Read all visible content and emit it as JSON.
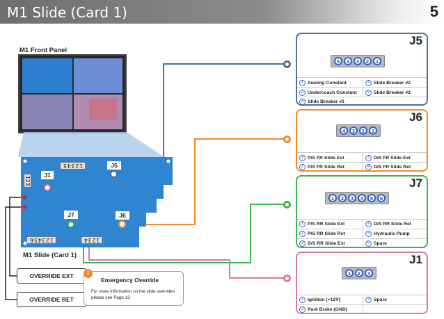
{
  "header": {
    "title": "M1 Slide (Card 1)",
    "page_number": "5"
  },
  "front_panel": {
    "label": "M1 Front Panel"
  },
  "board": {
    "card_label": "M1 Slide (Card 1)",
    "jacks": {
      "j1": "J1",
      "j5": "J5",
      "j6": "J6",
      "j7": "J7"
    },
    "header_text_top": "12345",
    "header_text_left": "123",
    "header_text_bottom_left": "123456",
    "header_text_bottom_right": "1234"
  },
  "overrides": {
    "ext": "OVERRIDE EXT",
    "ret": "OVERRIDE RET"
  },
  "emergency": {
    "title": "Emergency Override",
    "body": "For more information on the slide overrides please see Page 13",
    "icon": "info-icon"
  },
  "connectors": [
    {
      "id": "j5",
      "name": "J5",
      "color": "#4a6f99",
      "pins": [
        "5",
        "4",
        "3",
        "2",
        "1"
      ],
      "legend": [
        {
          "n": "1",
          "label": "Awning Constant"
        },
        {
          "n": "4",
          "label": "Slide Breaker #2"
        },
        {
          "n": "2",
          "label": "Undercoach Constant"
        },
        {
          "n": "5",
          "label": "Slide Breaker #3"
        },
        {
          "n": "3",
          "label": "Slide Breaker #1"
        }
      ]
    },
    {
      "id": "j6",
      "name": "J6",
      "color": "#f08a2a",
      "pins": [
        "4",
        "3",
        "2",
        "1"
      ],
      "legend": [
        {
          "n": "1",
          "label": "P/S FR Slide Ext"
        },
        {
          "n": "3",
          "label": "D/S FR Slide Ext"
        },
        {
          "n": "2",
          "label": "P/S FR Slide Ret"
        },
        {
          "n": "4",
          "label": "D/S FR Slide Ret"
        }
      ]
    },
    {
      "id": "j7",
      "name": "J7",
      "color": "#3cb54a",
      "pins": [
        "1",
        "2",
        "3",
        "4",
        "5",
        "6"
      ],
      "legend": [
        {
          "n": "1",
          "label": "P/S RR Slide Ext"
        },
        {
          "n": "4",
          "label": "D/S RR Slide Ret"
        },
        {
          "n": "2",
          "label": "P/S RR Slide Ret"
        },
        {
          "n": "5",
          "label": "Hydraulic Pump"
        },
        {
          "n": "3",
          "label": "D/S RR Slide Ext"
        },
        {
          "n": "6",
          "label": "Spare"
        }
      ]
    },
    {
      "id": "j1",
      "name": "J1",
      "color": "#d77aa8",
      "pins": [
        "1",
        "2",
        "3"
      ],
      "legend": [
        {
          "n": "1",
          "label": "Ignition (+12V)"
        },
        {
          "n": "3",
          "label": "Spare"
        },
        {
          "n": "2",
          "label": "Park Brake (GND)"
        }
      ]
    }
  ]
}
